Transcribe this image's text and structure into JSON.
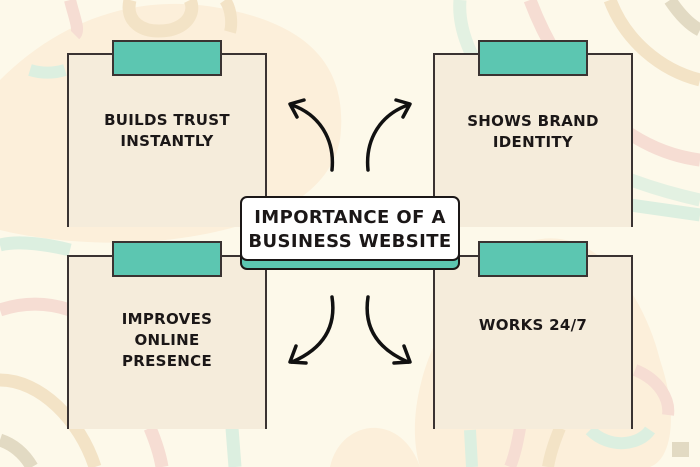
{
  "title": "IMPORTANCE OF A BUSINESS WEBSITE",
  "colors": {
    "background": "#fdf9ea",
    "blob": "#fcefda",
    "card_fill": "#f5ecdb",
    "clip_teal": "#5cc6b1",
    "outline": "#3a3332",
    "text": "#1b1717",
    "arc_peach": "#f3e3c6",
    "arc_pink": "#f6ddd3",
    "arc_mint": "#dcefe0",
    "arc_taupe": "#e2dac3"
  },
  "cards": [
    {
      "id": "top-left",
      "label": "BUILDS TRUST INSTANTLY",
      "lines": [
        "BUILDS TRUST",
        "INSTANTLY"
      ]
    },
    {
      "id": "top-right",
      "label": "SHOWS BRAND IDENTITY",
      "lines": [
        "SHOWS BRAND",
        "IDENTITY"
      ]
    },
    {
      "id": "bottom-left",
      "label": "IMPROVES ONLINE PRESENCE",
      "lines": [
        "IMPROVES",
        "ONLINE",
        "PRESENCE"
      ]
    },
    {
      "id": "bottom-right",
      "label": "WORKS 24/7",
      "lines": [
        "WORKS 24/7"
      ]
    }
  ],
  "center": {
    "lines": [
      "IMPORTANCE OF A",
      "BUSINESS WEBSITE"
    ]
  },
  "icons": {
    "arrows": [
      "arrow-up-left",
      "arrow-up-right",
      "arrow-down-left",
      "arrow-down-right"
    ]
  }
}
